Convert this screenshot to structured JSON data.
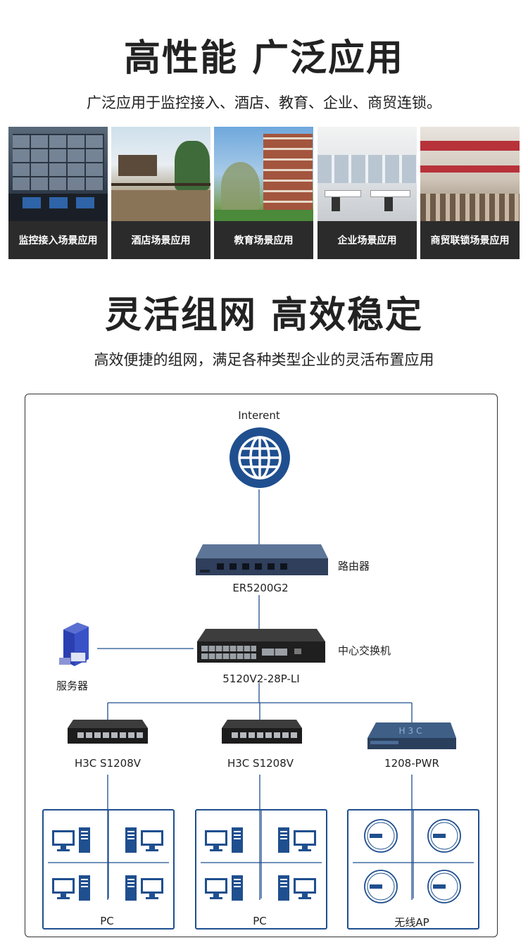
{
  "section1": {
    "title": "高性能  广泛应用",
    "subtitle": "广泛应用于监控接入、酒店、教育、企业、商贸连锁。"
  },
  "scenes": [
    {
      "label": "监控接入场景应用"
    },
    {
      "label": "酒店场景应用"
    },
    {
      "label": "教育场景应用"
    },
    {
      "label": "企业场景应用"
    },
    {
      "label": "商贸联锁场景应用"
    }
  ],
  "section2": {
    "title": "灵活组网 高效稳定",
    "subtitle": "高效便捷的组网，满足各种类型企业的灵活布置应用"
  },
  "diagram": {
    "internet": "Interent",
    "router_name": "路由器",
    "router_model": "ER5200G2",
    "core_name": "中心交换机",
    "core_model": "5120V2-28P-LI",
    "server": "服务器",
    "switch1": "H3C  S1208V",
    "switch2": "H3C S1208V",
    "switch3": "1208-PWR",
    "group1": "PC",
    "group2": "PC",
    "group3": "无线AP"
  },
  "colors": {
    "accent": "#1f4f8f",
    "globe": "#1f4f8f",
    "label_bg": "#2b2b2b"
  }
}
